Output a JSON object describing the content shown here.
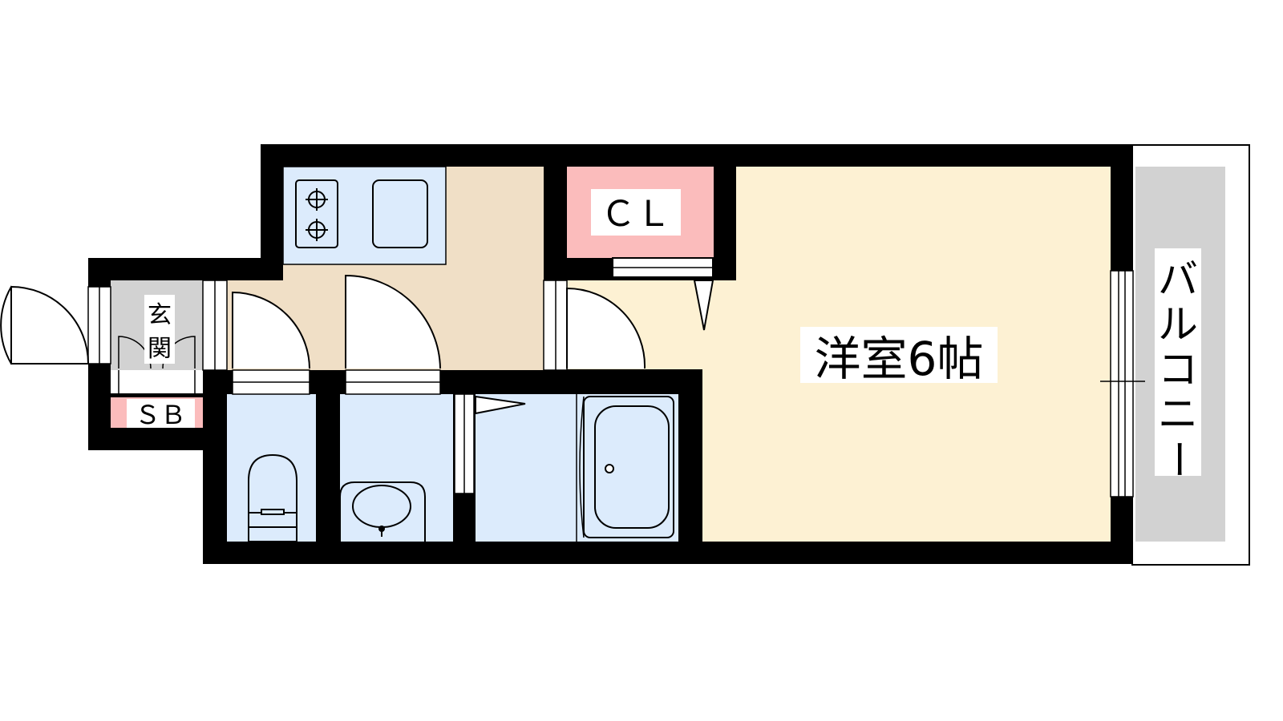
{
  "rooms": {
    "western_room": {
      "label": "洋室6帖"
    },
    "closet": {
      "label": "ＣＬ"
    },
    "entrance": {
      "label": "玄関"
    },
    "shoe_box": {
      "label": "ＳＢ"
    },
    "balcony": {
      "label": "バルコニー"
    }
  },
  "colors": {
    "wall": "#000000",
    "western_room": "#fdf1d3",
    "kitchen_hall": "#f0dfc6",
    "wet_area": "#dcebfc",
    "closet": "#fbbcbc",
    "entrance": "#d2d2d2",
    "balcony": "#d2d2d2"
  }
}
